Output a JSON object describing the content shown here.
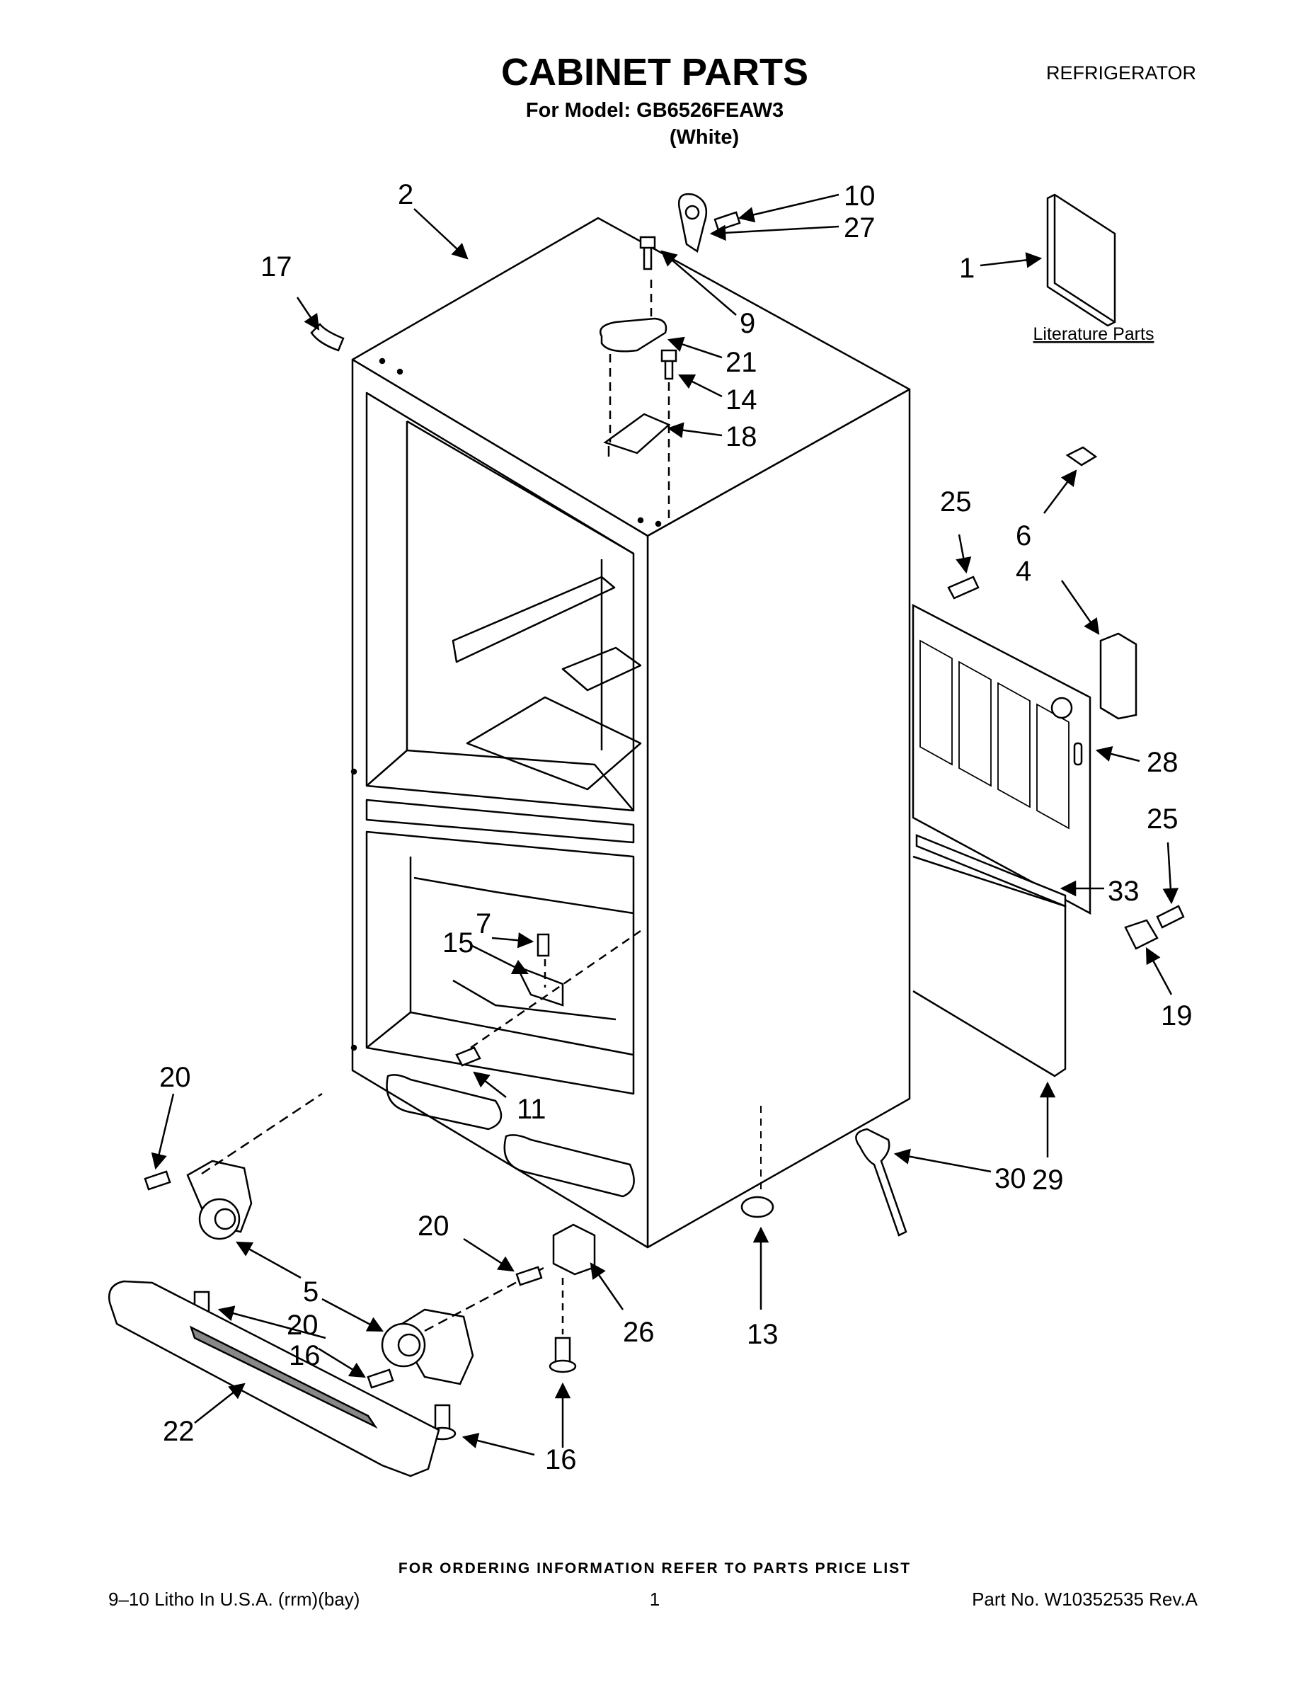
{
  "header": {
    "title": "CABINET PARTS",
    "model_line": "For Model: GB6526FEAW3",
    "color_line": "(White)",
    "category": "REFRIGERATOR"
  },
  "literature_label": "Literature Parts",
  "callouts": {
    "c1": "1",
    "c2": "2",
    "c4": "4",
    "c5": "5",
    "c6": "6",
    "c7": "7",
    "c9": "9",
    "c10": "10",
    "c11": "11",
    "c13": "13",
    "c14": "14",
    "c15": "15",
    "c16a": "16",
    "c16b": "16",
    "c17": "17",
    "c18": "18",
    "c19": "19",
    "c20a": "20",
    "c20b": "20",
    "c20c": "20",
    "c21": "21",
    "c22": "22",
    "c25a": "25",
    "c25b": "25",
    "c26": "26",
    "c27": "27",
    "c28": "28",
    "c29": "29",
    "c30": "30",
    "c33": "33"
  },
  "footer": {
    "ordering_note": "FOR ORDERING INFORMATION REFER TO PARTS PRICE LIST",
    "litho": "9–10 Litho In U.S.A. (rrm)(bay)",
    "page_number": "1",
    "part_number": "Part No. W10352535 Rev.A"
  }
}
